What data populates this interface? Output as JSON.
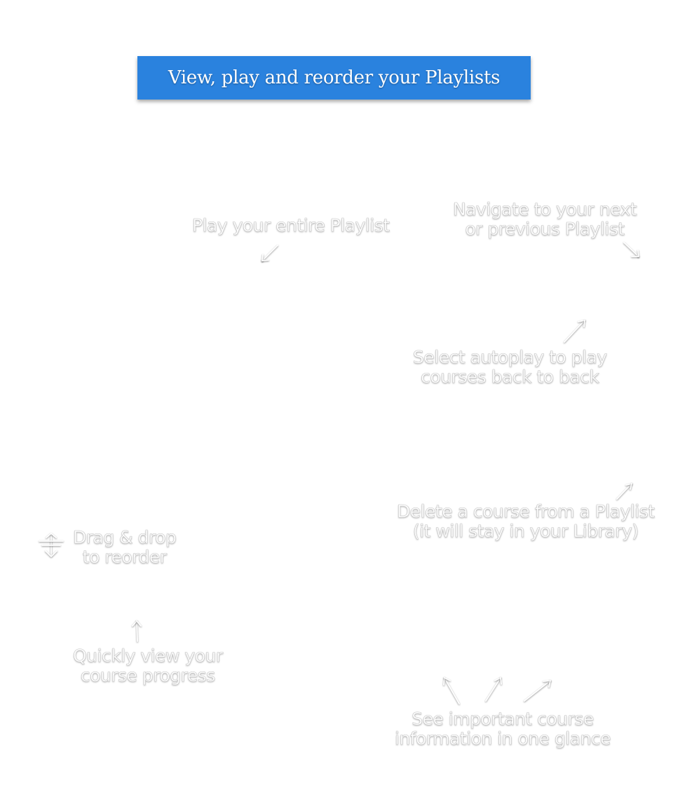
{
  "banner": {
    "title": "View, play and reorder your Playlists",
    "color": "#2a82de"
  },
  "annotations": {
    "play_playlist": {
      "lines": [
        "Play your entire Playlist"
      ]
    },
    "navigate": {
      "lines": [
        "Navigate to your next",
        "or previous Playlist"
      ]
    },
    "autoplay": {
      "lines": [
        "Select autoplay to play",
        "courses back to back"
      ]
    },
    "delete_course": {
      "lines": [
        "Delete a course from a Playlist",
        "(it will stay in your Library)"
      ]
    },
    "drag_drop": {
      "lines": [
        "Drag & drop",
        "to reorder"
      ]
    },
    "progress": {
      "lines": [
        "Quickly view your",
        "course progress"
      ]
    },
    "course_info": {
      "lines": [
        "See important course",
        "information in one glance"
      ]
    }
  },
  "icons": {
    "drag": "drag-handle-icon",
    "arrow": "arrow-icon"
  }
}
